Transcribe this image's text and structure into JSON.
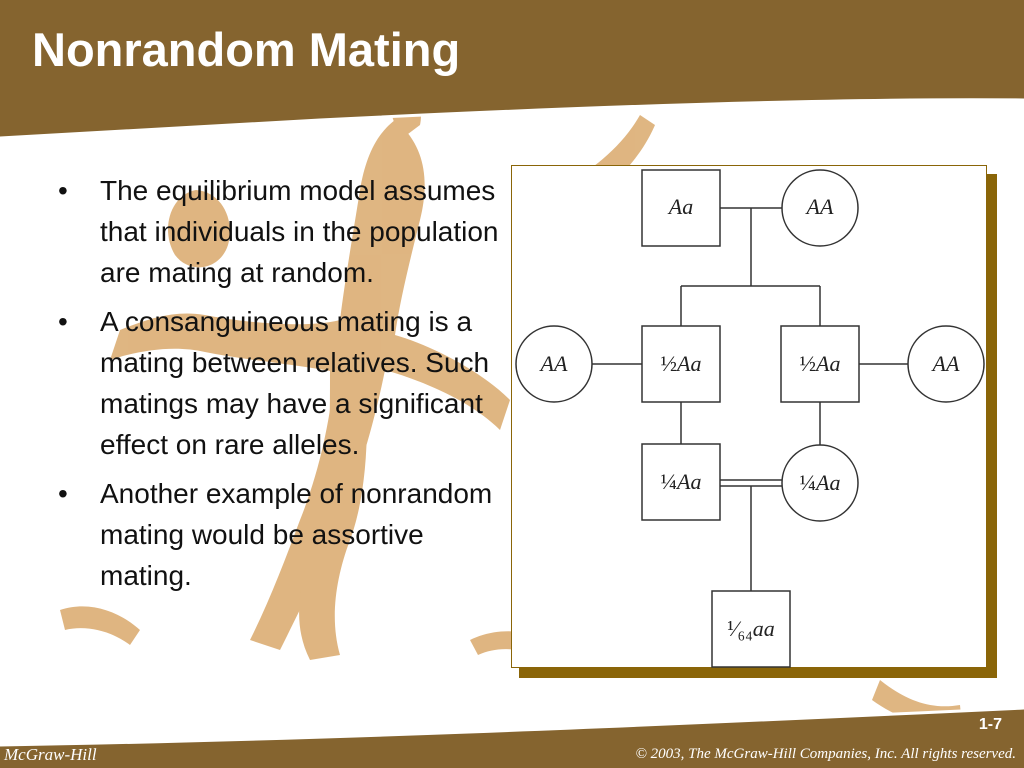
{
  "slide": {
    "title": "Nonrandom Mating",
    "number": "1-7",
    "publisher": "McGraw-Hill",
    "copyright": "© 2003, The McGraw-Hill Companies, Inc. All rights reserved."
  },
  "bullets": [
    {
      "marker": "•",
      "text": "The equilibrium model assumes that individuals in the population are mating at random."
    },
    {
      "marker": "•",
      "text": "A consanguineous mating is a mating between relatives.  Such matings may have a significant effect on rare alleles."
    },
    {
      "marker": "•",
      "text": "Another example of nonrandom mating would be assortive mating."
    }
  ],
  "pedigree": {
    "gen1_male": {
      "fraction": "",
      "genotype": "Aa"
    },
    "gen1_female": {
      "fraction": "",
      "genotype": "AA"
    },
    "gen2_left_spouse": {
      "fraction": "",
      "genotype": "AA"
    },
    "gen2_left_child": {
      "fraction": "½",
      "genotype": "Aa"
    },
    "gen2_right_child": {
      "fraction": "½",
      "genotype": "Aa"
    },
    "gen2_right_spouse": {
      "fraction": "",
      "genotype": "AA"
    },
    "gen3_male": {
      "fraction": "¼",
      "genotype": "Aa"
    },
    "gen3_female": {
      "fraction": "¼",
      "genotype": "Aa"
    },
    "gen4_child": {
      "fraction": "¹⁄₆₄",
      "genotype": "aa"
    }
  },
  "colors": {
    "header_brown": "#85642f",
    "accent_gold": "#8a6508",
    "figure_tan": "#d9a86a"
  }
}
